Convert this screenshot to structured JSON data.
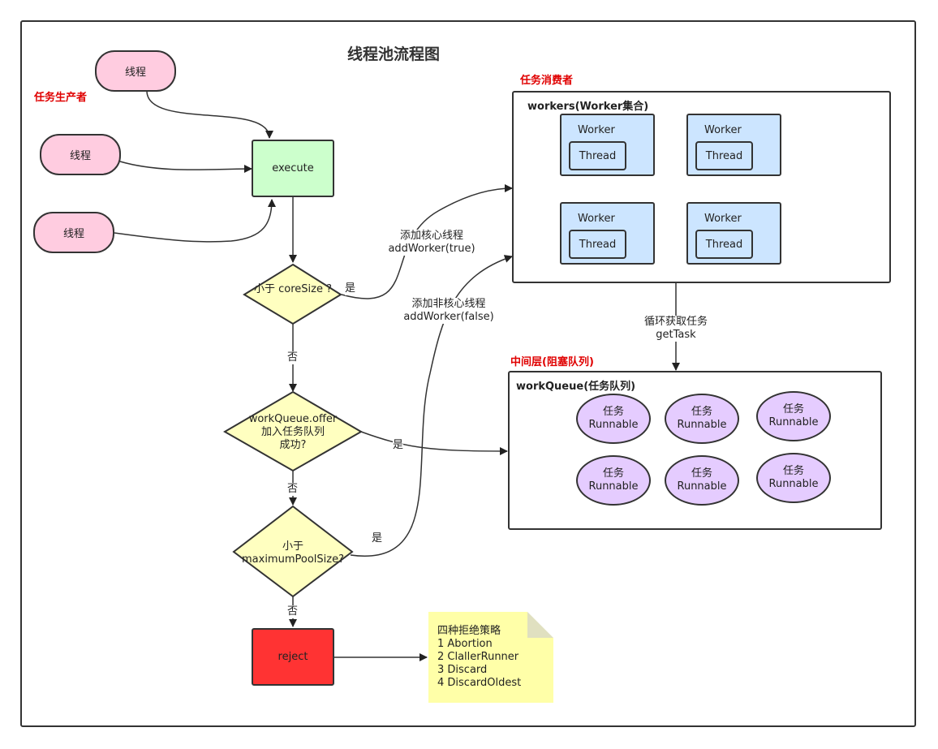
{
  "title": "线程池流程图",
  "producer_label": "任务生产者",
  "consumer_label": "任务消费者",
  "middle_label": "中间层(阻塞队列)",
  "threads": [
    "线程",
    "线程",
    "线程"
  ],
  "execute_label": "execute",
  "reject_label": "reject",
  "decisions": {
    "core_size": "小于 coreSize ?",
    "offer": [
      "workQueue.offer",
      "加入任务队列",
      "成功?"
    ],
    "max_pool": [
      "小于",
      "maximumPoolSize?"
    ]
  },
  "edge_labels": {
    "yes": "是",
    "no": "否",
    "add_core": [
      "添加核心线程",
      "addWorker(true)"
    ],
    "add_noncore": [
      "添加非核心线程",
      "addWorker(false)"
    ],
    "get_task": [
      "循环获取任务",
      "getTask"
    ]
  },
  "workers": {
    "title": "workers(Worker集合)",
    "items": [
      {
        "label": "Worker",
        "thread": "Thread"
      },
      {
        "label": "Worker",
        "thread": "Thread"
      },
      {
        "label": "Worker",
        "thread": "Thread"
      },
      {
        "label": "Worker",
        "thread": "Thread"
      }
    ]
  },
  "work_queue": {
    "title": "workQueue(任务队列)",
    "tasks": [
      [
        "任务",
        "Runnable"
      ],
      [
        "任务",
        "Runnable"
      ],
      [
        "任务",
        "Runnable"
      ],
      [
        "任务",
        "Runnable"
      ],
      [
        "任务",
        "Runnable"
      ],
      [
        "任务",
        "Runnable"
      ]
    ]
  },
  "reject_note": {
    "title": "四种拒绝策略",
    "items": [
      "1 Abortion",
      "2 ClallerRunner",
      "3 Discard",
      "4 DiscardOldest"
    ]
  },
  "colors": {
    "thread_pill": "#ffcce0",
    "execute": "#ccffcc",
    "decision": "#ffffc0",
    "reject": "#ff3333",
    "worker": "#cce5ff",
    "task": "#e5ccff",
    "note": "#ffffa8",
    "section_label": "#e00000"
  }
}
